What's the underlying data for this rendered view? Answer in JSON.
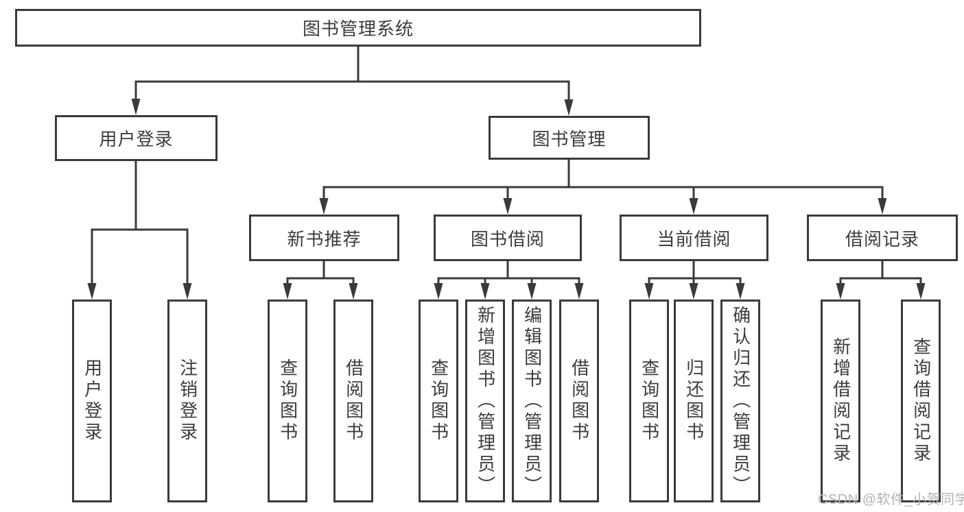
{
  "colors": {
    "line": "#3a3a3a",
    "text": "#3c3c3c",
    "box_background": "#ffffff",
    "watermark": "#b3b3b3"
  },
  "nodes": {
    "root": "图书管理系统",
    "user_login": "用户登录",
    "book_mgmt": "图书管理",
    "new_books": "新书推荐",
    "book_borrow": "图书借阅",
    "current_borrow": "当前借阅",
    "borrow_records": "借阅记录",
    "login_leaf": "用户登录",
    "logout_leaf": "注销登录",
    "nb_query": "查询图书",
    "nb_borrow": "借阅图书",
    "bb_query": "查询图书",
    "bb_add": "新增图书（管理员）",
    "bb_edit": "编辑图书（管理员）",
    "bb_borrow": "借阅图书",
    "cb_query": "查询图书",
    "cb_return": "归还图书",
    "cb_confirm": "确认归还（管理员）",
    "br_add": "新增借阅记录",
    "br_query": "查询借阅记录"
  },
  "watermark": "CSDN @软件_小贺同学"
}
